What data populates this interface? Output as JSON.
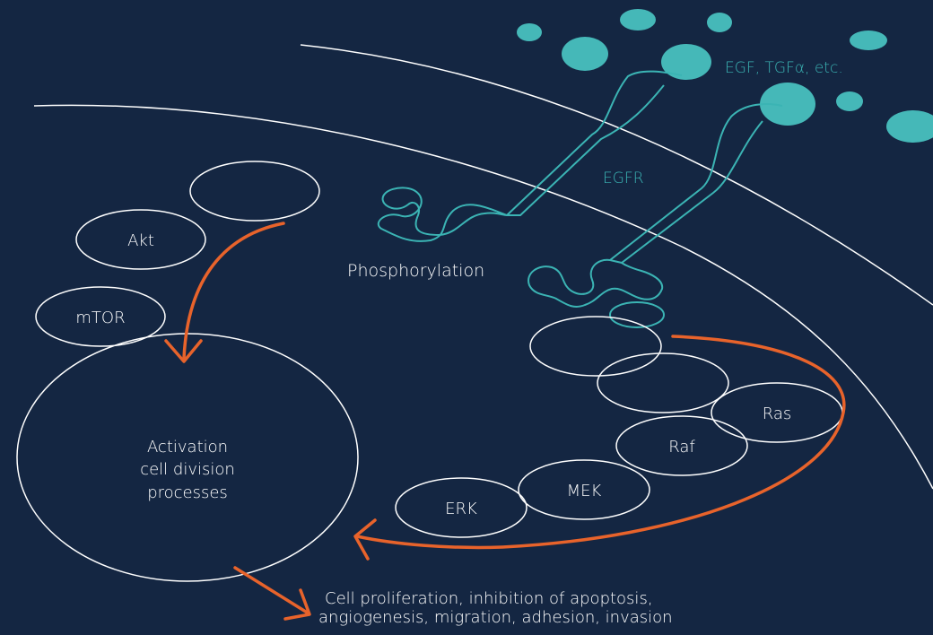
{
  "colors": {
    "background": "#142642",
    "outline": "#ffffff",
    "receptor": "#3bb4b4",
    "ligand": "#45b8b8",
    "arrow": "#e8632b"
  },
  "ligand_label": "EGF, TGFα, etc.",
  "receptor_label": "EGFR",
  "phosphorylation_label": "Phosphorylation",
  "pi3k_pathway": {
    "top_node": "",
    "akt": "Akt",
    "mtor": "mTOR"
  },
  "nucleus": {
    "lines": [
      "Activation",
      "cell division",
      "processes"
    ]
  },
  "mapk_pathway": {
    "adaptor_1": "",
    "adaptor_2": "",
    "ras": "Ras",
    "raf": "Raf",
    "mek": "MEK",
    "erk": "ERK"
  },
  "outcome": {
    "lines": [
      "Cell proliferation, inhibition of apoptosis,",
      "angiogenesis, migration, adhesion, invasion"
    ]
  }
}
